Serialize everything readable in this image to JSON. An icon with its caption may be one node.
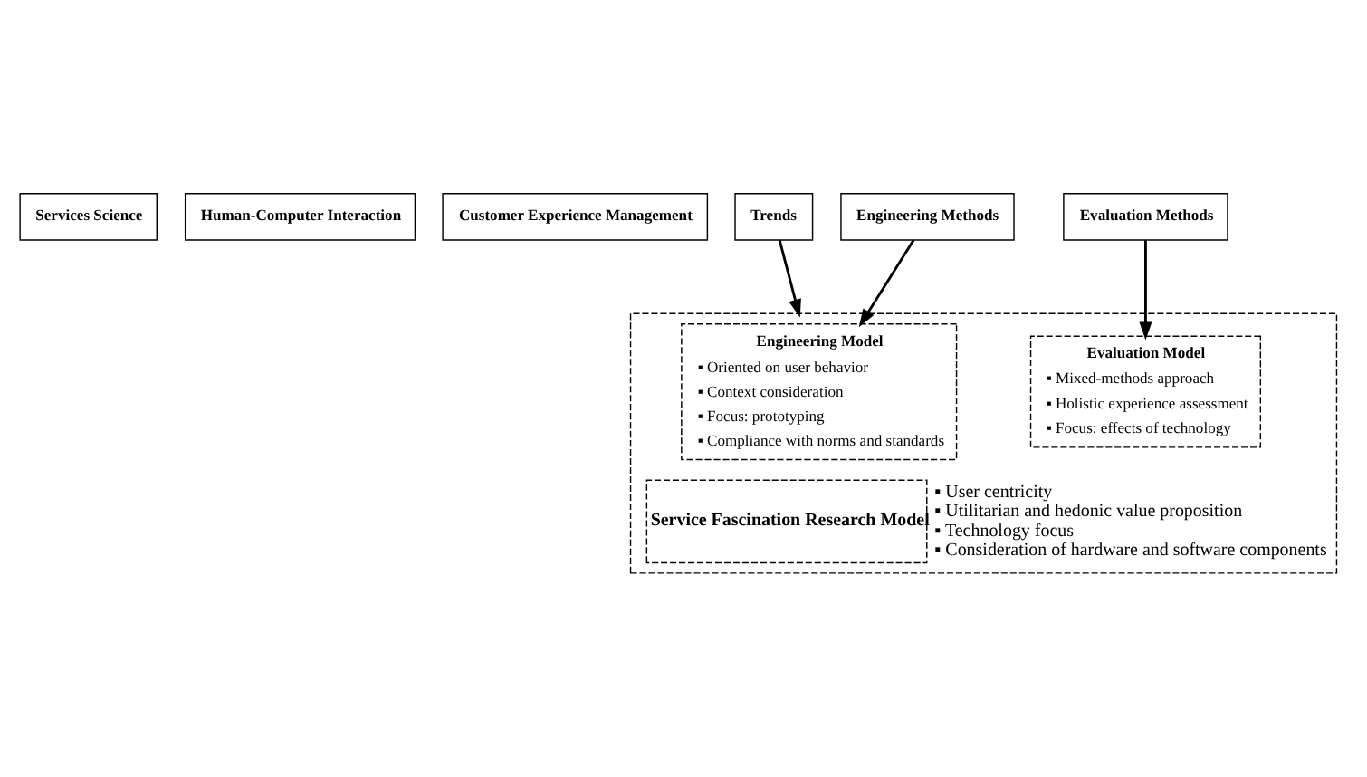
{
  "diagram": {
    "nodes": [
      {
        "text": [
          "Trends"
        ]
      },
      {
        "text": [
          "Engineering Methods"
        ]
      },
      {
        "text": [
          "Evaluation Methods"
        ]
      },
      {
        "text": [
          "Services Science"
        ]
      },
      {
        "text": [
          "Human-Computer Interaction"
        ]
      },
      {
        "text": [
          "Customer Experience Management"
        ]
      },
      {
        "text": [
          "Service Fascination Research Model",
          "▪ User centricity",
          "▪ Utilitarian and hedonic value proposition",
          "▪ Technology focus",
          "▪ Consideration of hardware and software components"
        ]
      },
      {
        "text": [
          "Engineering Model",
          "▪ Oriented on user behavior",
          "▪ Context consideration",
          "▪ Focus: prototyping",
          "▪ Compliance with norms and standards"
        ],
        "in": 6
      },
      {
        "text": [
          "Evaluation Model",
          "▪ Mixed-methods approach",
          "▪ Holistic experience assessment",
          "▪ Focus: effects of technology"
        ],
        "in": 6
      }
    ],
    "edges": [
      {
        "from": 0,
        "to": 6,
        "arrow": "to"
      },
      {
        "from": 1,
        "to": 7,
        "arrow": "to"
      },
      {
        "from": 2,
        "to": 8,
        "arrow": "to"
      }
    ]
  }
}
